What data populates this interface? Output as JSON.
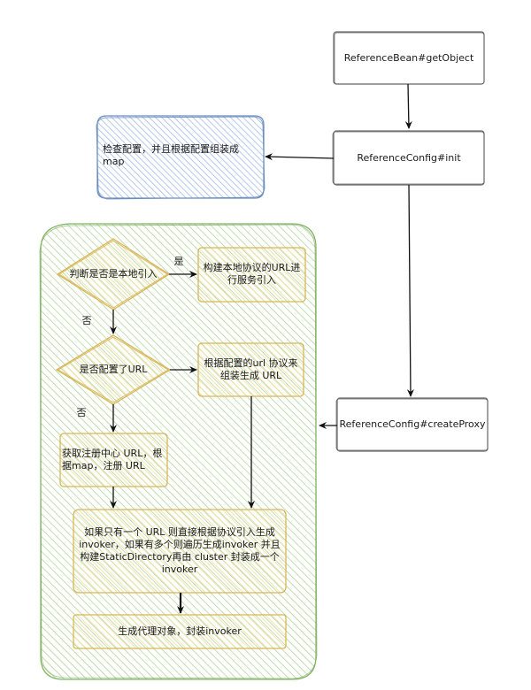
{
  "nodes": {
    "get_object": "ReferenceBean#getObject",
    "init": "ReferenceConfig#init",
    "create_proxy": "ReferenceConfig#createProxy",
    "check_config": "检查配置，并且根据配置组装成map",
    "is_local": "判断是否是本地引入",
    "build_local_url": "构建本地协议的URL进行服务引入",
    "has_url": "是否配置了URL",
    "assemble_url": "根据配置的url 协议来组装生成 URL",
    "registry_url": "获取注册中心 URL，根据map，注册 URL",
    "invoker": "如果只有一个 URL 则直接根据协议引入生成invoker，如果有多个则遍历生成invoker 并且构建StaticDirectory再由 cluster 封装成一个invoker",
    "proxy": "生成代理对象，封装invoker"
  },
  "edge_labels": {
    "yes": "是",
    "no_1": "否",
    "no_2": "否"
  },
  "colors": {
    "blue_fill": "#9ab7e8",
    "blue_stroke": "#6c8ebf",
    "green_fill": "#a8d08d",
    "green_stroke": "#82b366",
    "yellow_fill": "#f5e3a3",
    "yellow_stroke": "#d6b656",
    "gray_stroke": "#666666",
    "arrow": "#111111"
  }
}
